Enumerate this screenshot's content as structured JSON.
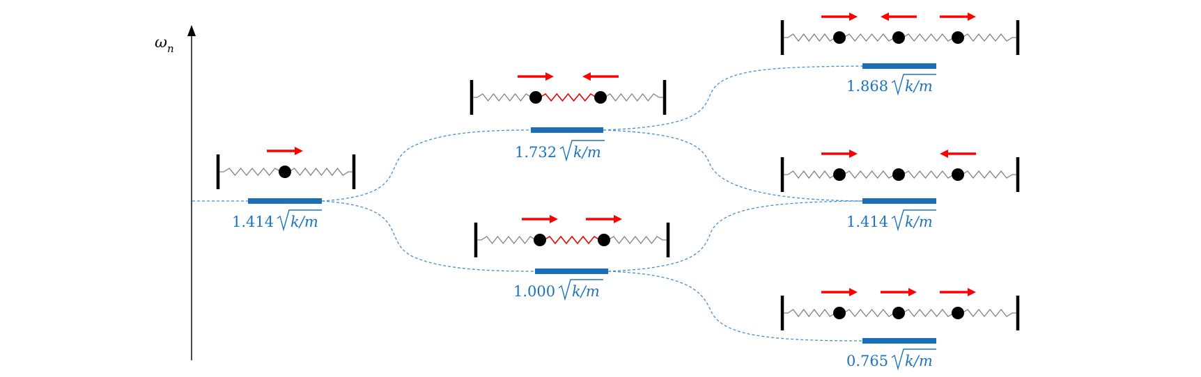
{
  "axis": {
    "label_main": "ω",
    "label_sub": "n"
  },
  "colors": {
    "level_bar": "#1c6fb7",
    "label_text": "#1a73bd",
    "dashed_connector": "#3f8fd0",
    "arrow": "#ff0000",
    "active_spring": "#e60000",
    "spring": "#7f7f7f",
    "mass": "#000000",
    "wall": "#000000"
  },
  "sqrt_expr": {
    "sym_k": "k",
    "slash": "/",
    "sym_m": "m"
  },
  "levels": {
    "one_mass": {
      "value": "1.414",
      "motion": [
        "right"
      ]
    },
    "two_mass_high": {
      "value": "1.732",
      "motion": [
        "right",
        "left"
      ],
      "middle_spring_active": true
    },
    "two_mass_low": {
      "value": "1.000",
      "motion": [
        "right",
        "right"
      ],
      "middle_spring_active": true
    },
    "three_mass_top": {
      "value": "1.868",
      "motion": [
        "right",
        "left",
        "right"
      ]
    },
    "three_mass_mid": {
      "value": "1.414",
      "motion": [
        "right",
        "none",
        "left"
      ]
    },
    "three_mass_bottom": {
      "value": "0.765",
      "motion": [
        "right",
        "right",
        "right"
      ]
    }
  }
}
